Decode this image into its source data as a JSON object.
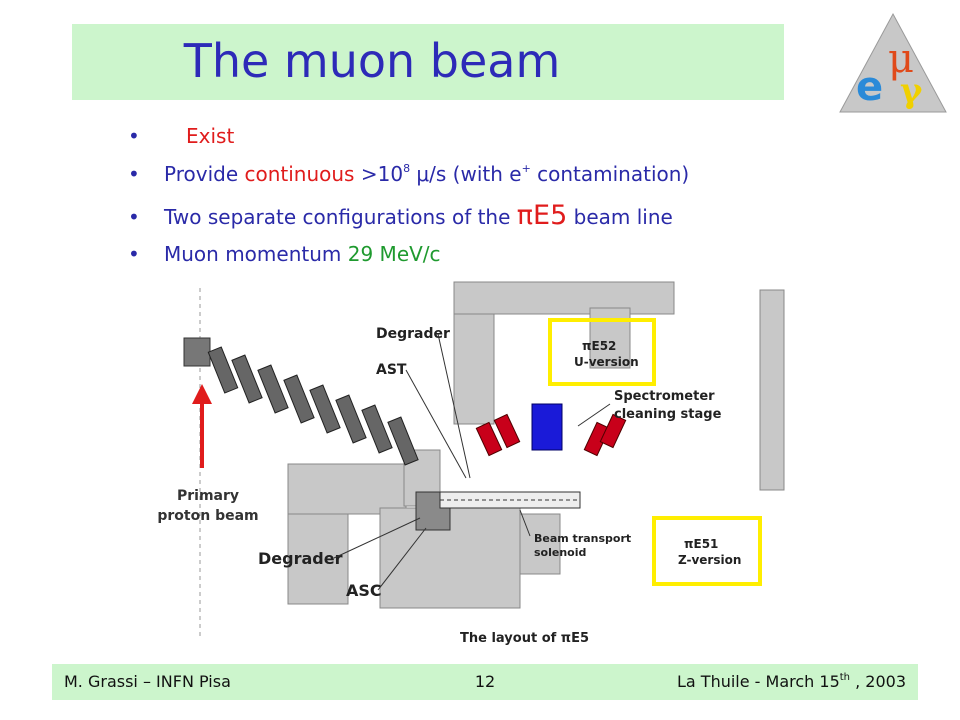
{
  "title": "The muon beam",
  "logo": {
    "mu": "μ",
    "e": "e",
    "gamma": "γ"
  },
  "bullets": [
    {
      "text": "Exist"
    },
    {
      "pre": "Provide ",
      "hl": "continuous",
      "mid": " >10",
      "sup": "8",
      "mid2": " μ/s (with e",
      "sup2": "+",
      "post": " contamination)"
    },
    {
      "pre": "Two separate configurations of the ",
      "big": "πE5",
      "post": " beam line"
    },
    {
      "pre": "Muon momentum ",
      "hl": "29 MeV/c"
    }
  ],
  "bullet_char": "•",
  "diagram": {
    "degrader_top": "Degrader",
    "ast": "AST",
    "degrader_bottom": "Degrader",
    "asc": "ASC",
    "spectrometer_1": "Spectrometer",
    "spectrometer_2": "cleaning stage",
    "transport_1": "Beam transport",
    "transport_2": "solenoid",
    "caption": "The layout of πE5",
    "box_top_1": "πE52",
    "box_top_2": "U-version",
    "box_bottom_1": "πE51",
    "box_bottom_2": "Z-version"
  },
  "arrow_label_1": "Primary",
  "arrow_label_2": "proton beam",
  "footer": {
    "left": "M. Grassi – INFN Pisa",
    "page": "12",
    "right_pre": "La Thuile -  March 15",
    "right_sup": "th",
    "right_post": " , 2003"
  },
  "colors": {
    "title": "#2d2ab8",
    "band": "#ccf5cc",
    "red": "#e01c1c",
    "green": "#1f9a2f",
    "yellow": "#ffee00",
    "blue_magnet": "#1a1ad8"
  }
}
